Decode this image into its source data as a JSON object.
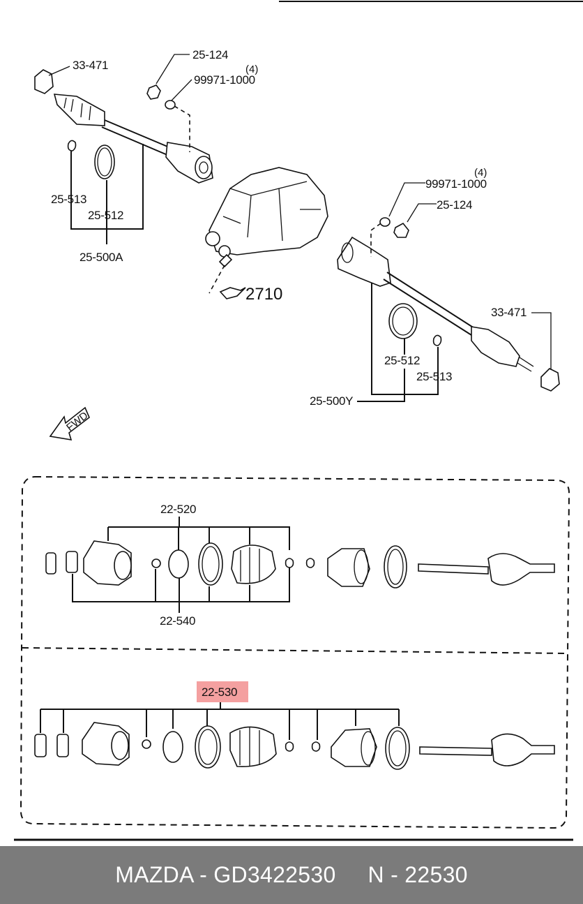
{
  "labels": {
    "l_33471_a": "33-471",
    "l_25124_a": "25-124",
    "l_4_a": "(4)",
    "l_99971_a": "99971-1000",
    "l_25513_a": "25-513",
    "l_25512_a": "25-512",
    "l_25500A": "25-500A",
    "l_2710": "2710",
    "l_4_b": "(4)",
    "l_99971_b": "99971-1000",
    "l_25124_b": "25-124",
    "l_33471_b": "33-471",
    "l_25512_b": "25-512",
    "l_25513_b": "25-513",
    "l_25500Y": "25-500Y",
    "fwd": "FWD",
    "l_22520": "22-520",
    "l_22540": "22-540",
    "l_22530": "22-530"
  },
  "highlight_color": "#f4a0a0",
  "footer": {
    "brand_part": "MAZDA - GD3422530",
    "ref": "N - 22530"
  }
}
